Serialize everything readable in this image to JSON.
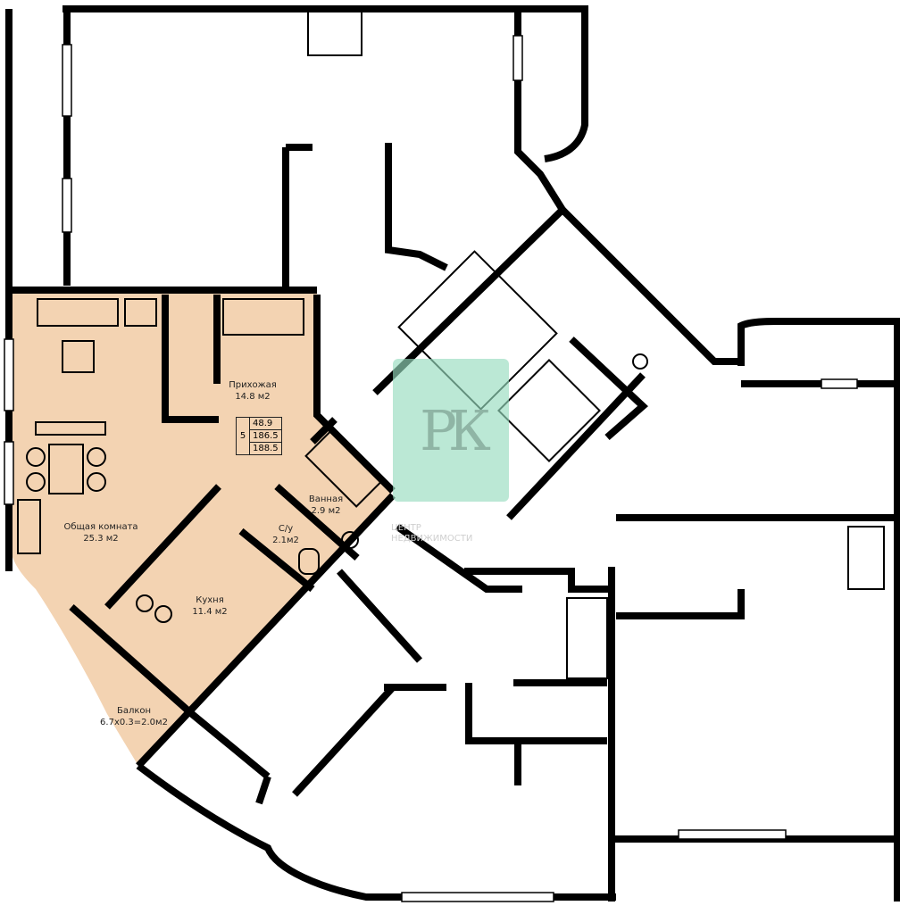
{
  "apartment": {
    "number": "5",
    "areas": [
      "48.9",
      "186.5",
      "188.5"
    ],
    "fill_color": "#f3d3b2"
  },
  "rooms": [
    {
      "name": "Прихожая",
      "area": "14.8 м2"
    },
    {
      "name": "Общая комната",
      "area": "25.3 м2"
    },
    {
      "name": "Кухня",
      "area": "11.4 м2"
    },
    {
      "name": "Ванная",
      "area": "2.9 м2"
    },
    {
      "name": "С/у",
      "area": "2.1м2"
    },
    {
      "name": "Балкон",
      "area": "6.7х0.3=2.0м2"
    }
  ],
  "watermark": {
    "logo": "РК",
    "line1": "ЦЕНТР",
    "line2": "НЕДВИЖИМОСТИ",
    "color": "#a8e0c8"
  }
}
